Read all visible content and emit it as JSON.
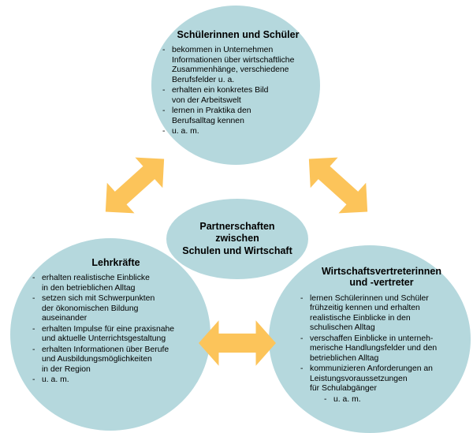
{
  "colors": {
    "circle": "#b5d8dd",
    "arrow": "#fcc45a",
    "background": "#ffffff",
    "text": "#000000"
  },
  "bullet": "-",
  "center": {
    "title": "Partnerschaften\nzwischen\nSchulen und Wirtschaft"
  },
  "students": {
    "title": "Schülerinnen und Schüler",
    "items": [
      "bekommen in Unternehmen\nInformationen über wirtschaftliche\nZusammenhänge, verschiedene\nBerufsfelder u. a.",
      "erhalten ein konkretes Bild\nvon der Arbeitswelt",
      "lernen in Praktika den\nBerufsalltag kennen",
      "u. a. m."
    ]
  },
  "teachers": {
    "title": "Lehrkräfte",
    "items": [
      "erhalten realistische Einblicke\nin den betrieblichen Alltag",
      "setzen sich mit Schwerpunkten\nder ökonomischen Bildung\nauseinander",
      "erhalten Impulse für eine praxisnahe\nund aktuelle Unterrichtsgestaltung",
      "erhalten Informationen über Berufe\nund Ausbildungsmöglichkeiten\nin der Region",
      "u. a. m."
    ]
  },
  "business": {
    "title": "Wirtschaftsvertreterinnen\nund -vertreter",
    "items": [
      "lernen Schülerinnen und Schüler\nfrühzeitig kennen und erhalten\nrealistische Einblicke in den\nschulischen Alltag",
      "verschaffen Einblicke in unterneh-\nmerische Handlungsfelder und den\nbetrieblichen Alltag",
      "kommunizieren Anforderungen an\nLeistungsvoraussetzungen\nfür Schulabgänger",
      "u. a. m."
    ]
  }
}
